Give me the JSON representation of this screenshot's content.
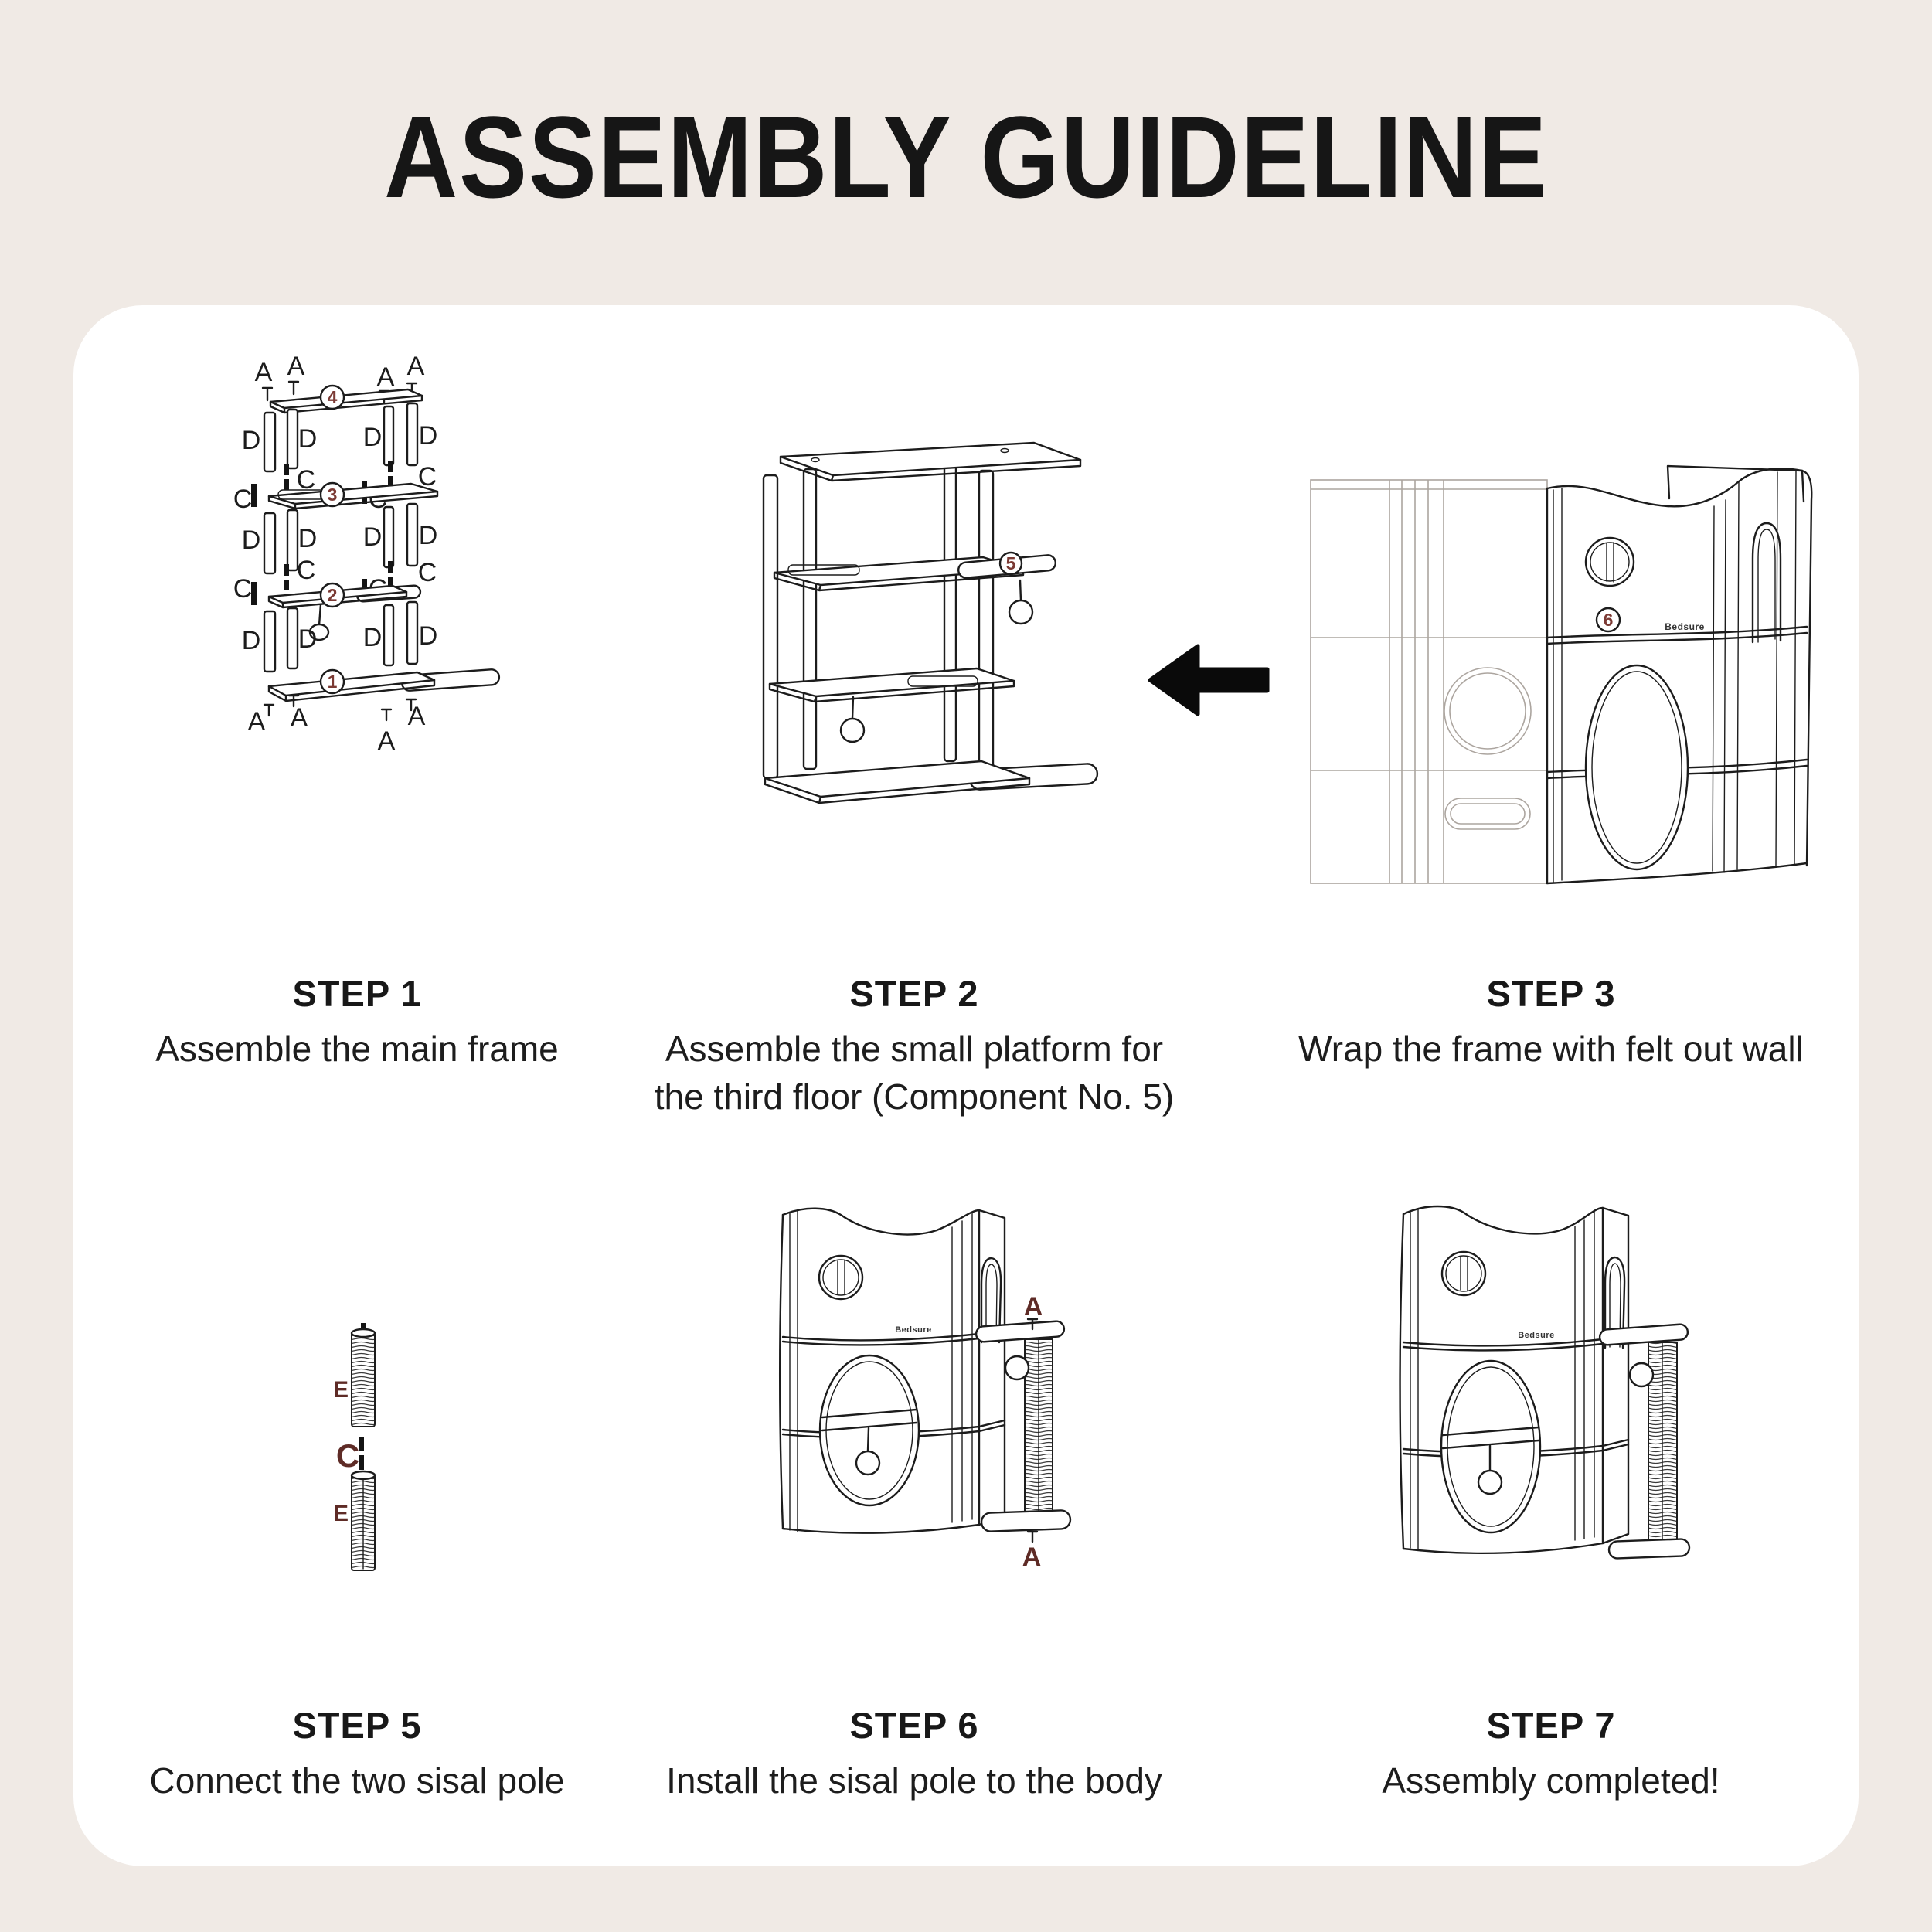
{
  "title": "ASSEMBLY GUIDELINE",
  "brand": "Bedsure",
  "colors": {
    "background": "#F0EAE5",
    "card": "#FFFFFF",
    "ink": "#1C1C1C",
    "accent_maroon": "#5E2B26",
    "badge_maroon": "#7B3A34"
  },
  "part_labels": {
    "screw": "A",
    "connector": "C",
    "frame_pole": "D",
    "sisal_pole": "E"
  },
  "component_numbers": {
    "n1": "1",
    "n2": "2",
    "n3": "3",
    "n4": "4",
    "n5": "5",
    "n6": "6"
  },
  "steps": [
    {
      "label": "STEP 1",
      "lines": [
        "Assemble the main frame"
      ]
    },
    {
      "label": "STEP 2",
      "lines": [
        "Assemble the small platform for",
        "the third floor (Component No. 5)"
      ]
    },
    {
      "label": "STEP 3",
      "lines": [
        "Wrap the frame with felt out wall"
      ]
    },
    {
      "label": "STEP 5",
      "lines": [
        "Connect the two sisal pole"
      ]
    },
    {
      "label": "STEP 6",
      "lines": [
        "Install the sisal pole to the body"
      ]
    },
    {
      "label": "STEP 7",
      "lines": [
        "Assembly completed!"
      ]
    }
  ]
}
